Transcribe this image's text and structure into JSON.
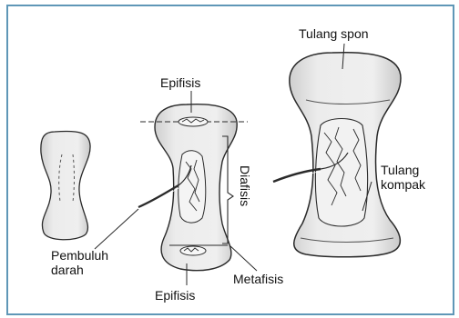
{
  "labels": {
    "tulang_spon": "Tulang spon",
    "epifisis_top": "Epifisis",
    "diafisis": "Diafisis",
    "tulang_kompak_line1": "Tulang",
    "tulang_kompak_line2": "kompak",
    "pembuluh_line1": "Pembuluh",
    "pembuluh_line2": "darah",
    "metafisis": "Metafisis",
    "epifisis_bottom": "Epifisis"
  },
  "colors": {
    "frame": "#5f97b7",
    "stroke": "#2a2a2a",
    "bone_fill": "#e6e6e6"
  }
}
